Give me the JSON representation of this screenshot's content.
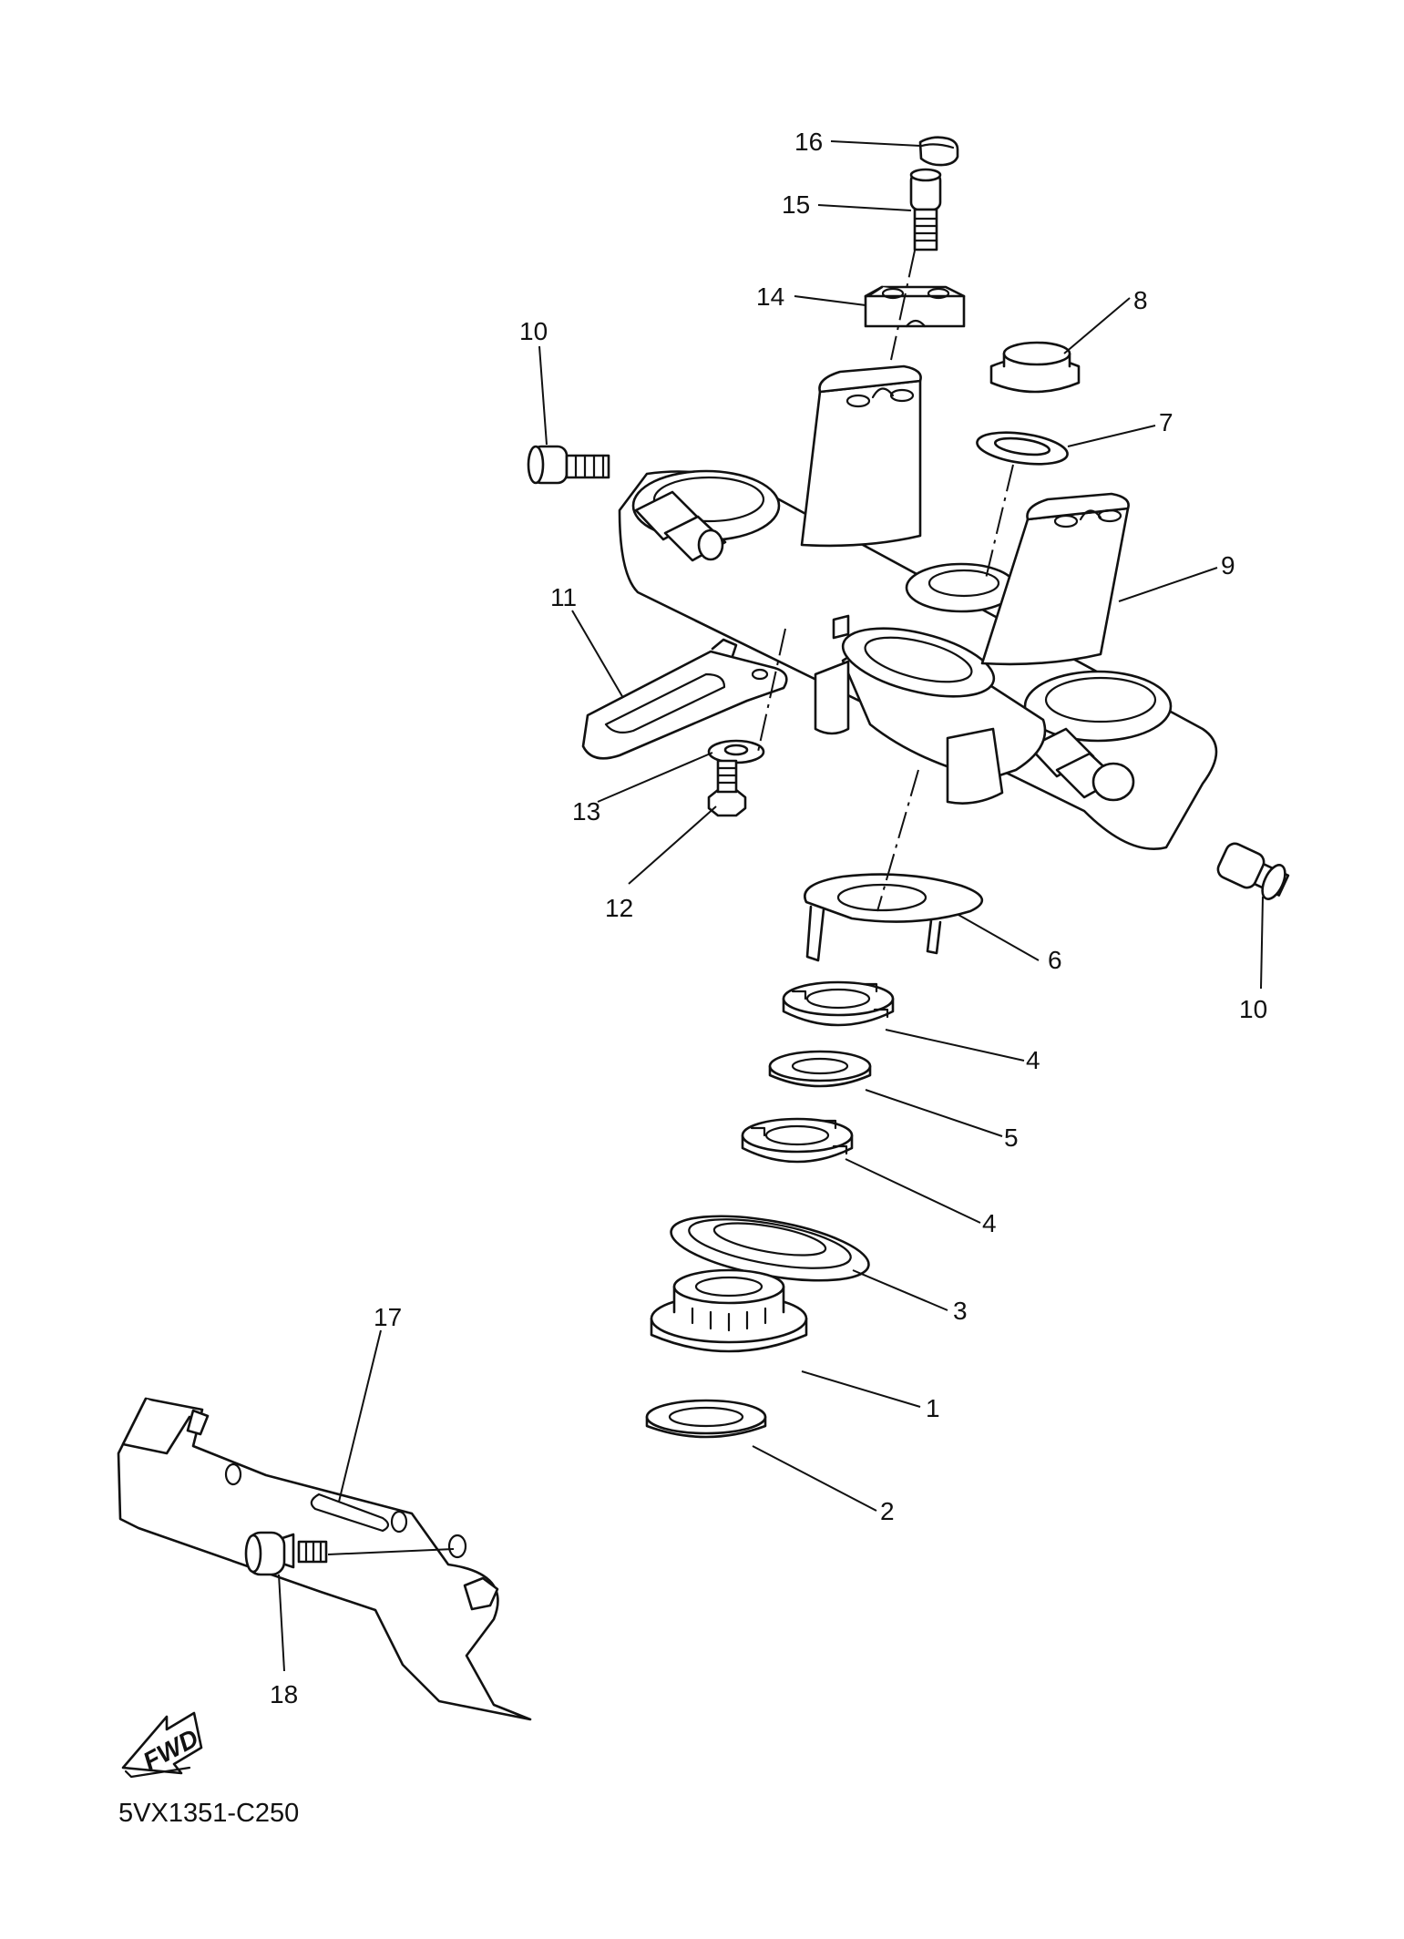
{
  "diagram": {
    "code": "5VX1351-C250",
    "direction_arrow": "FWD",
    "callouts": [
      "16",
      "15",
      "14",
      "8",
      "7",
      "10",
      "9",
      "11",
      "13",
      "12",
      "10",
      "6",
      "4",
      "5",
      "4",
      "3",
      "1",
      "2",
      "17",
      "18"
    ]
  }
}
